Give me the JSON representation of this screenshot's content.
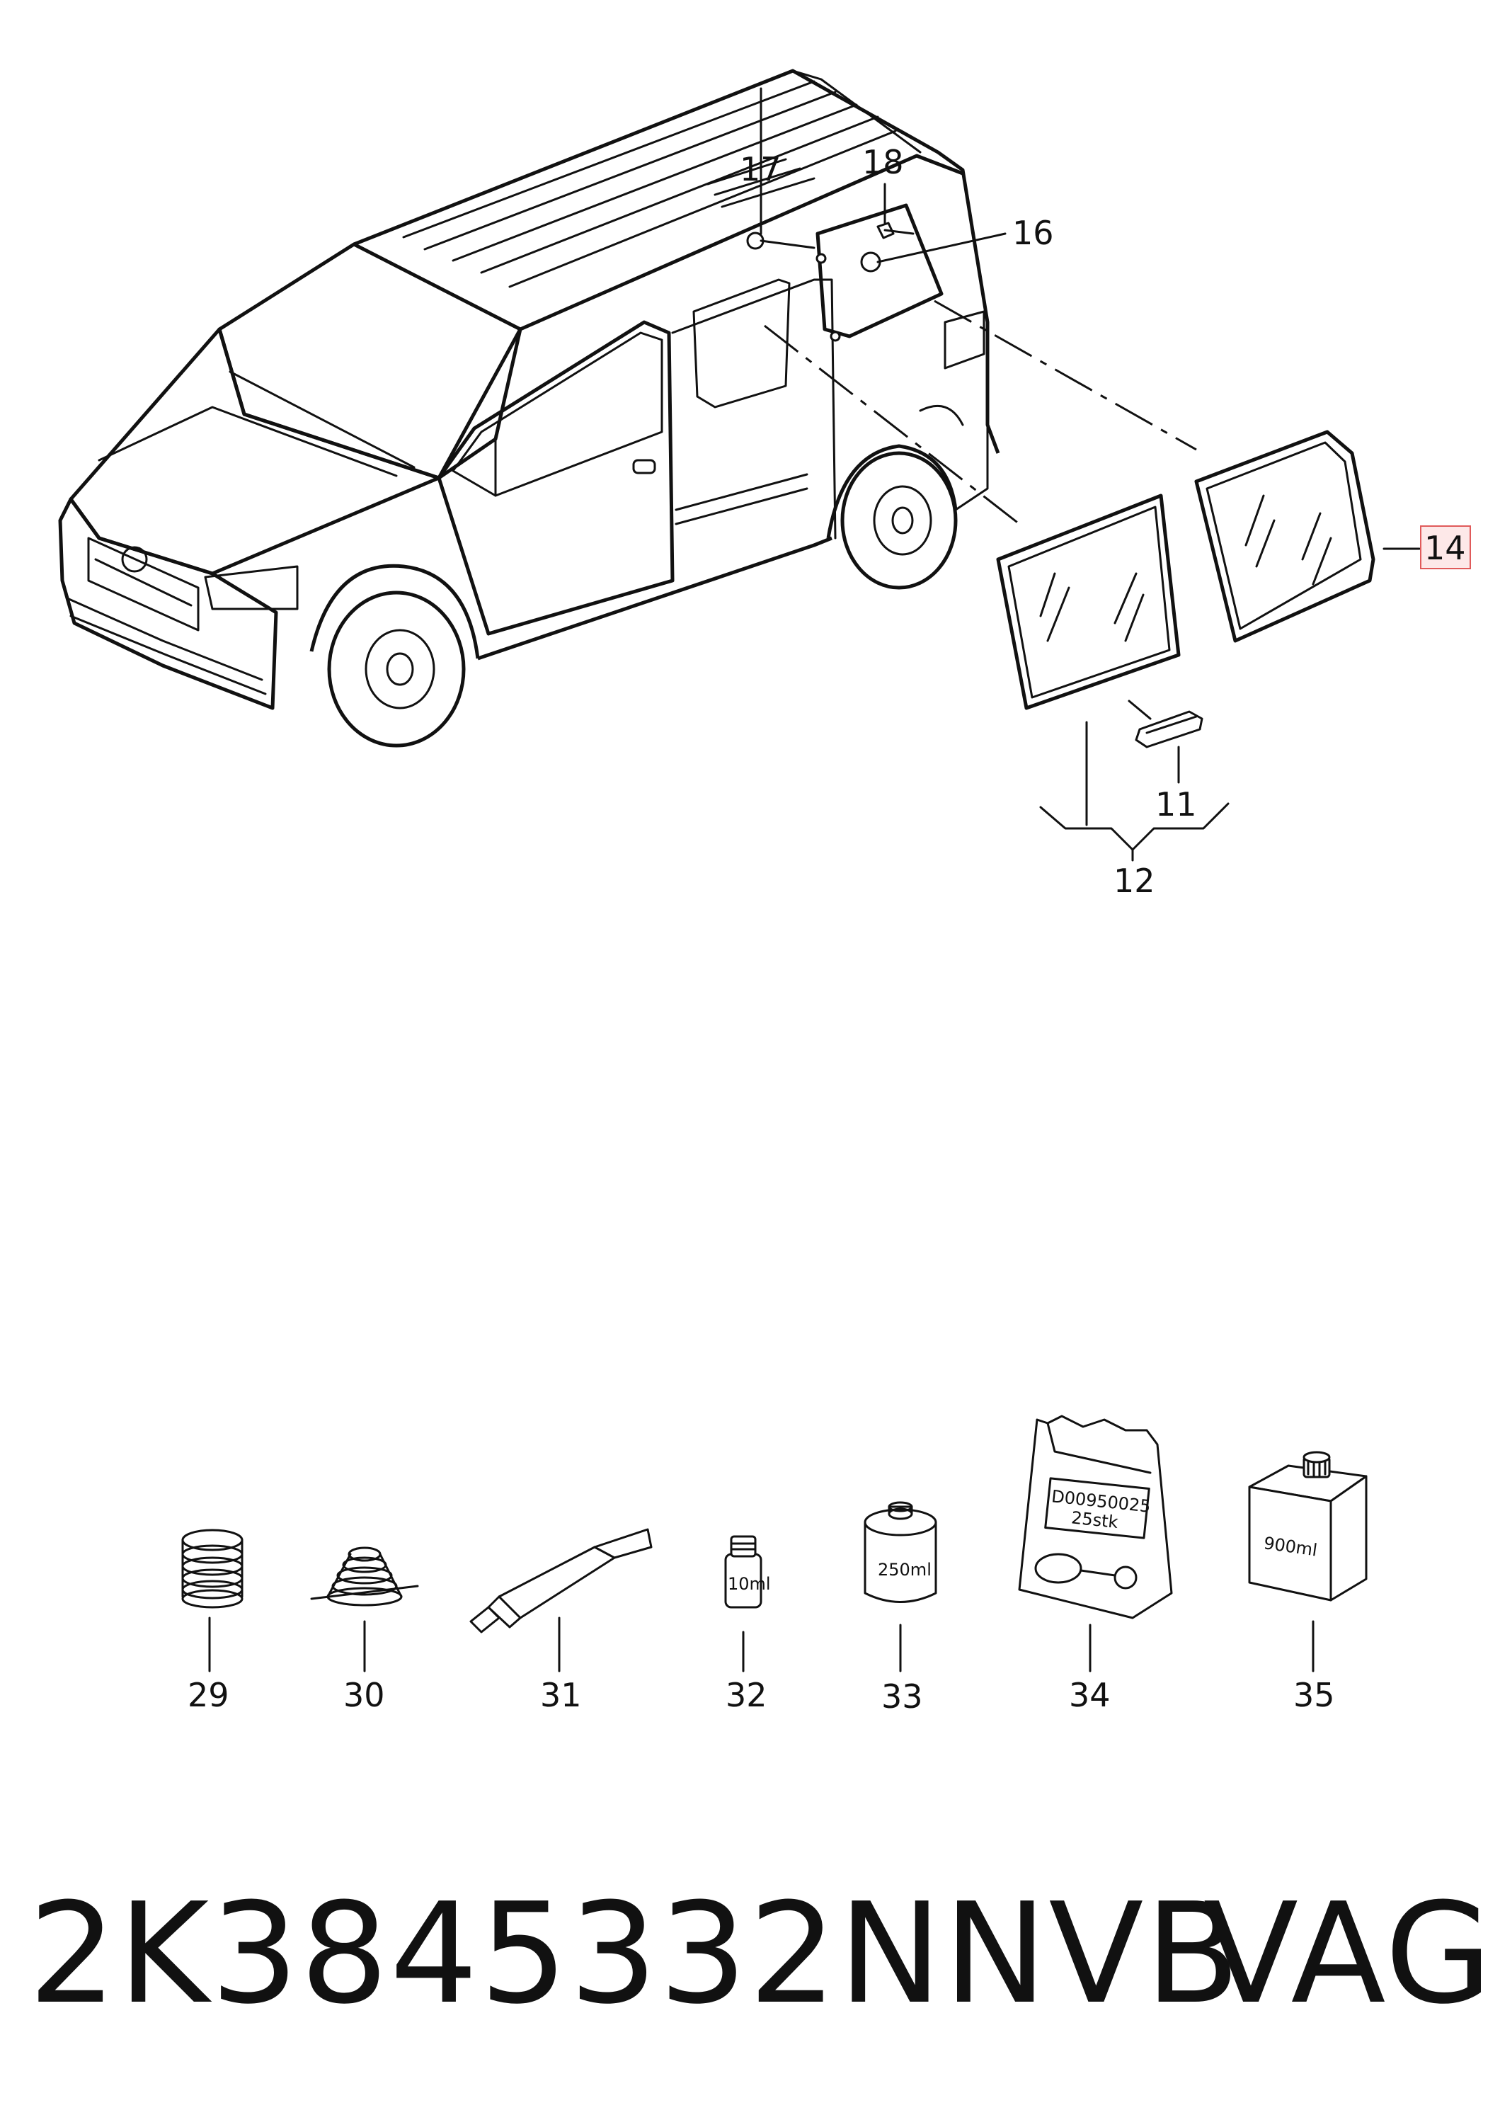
{
  "callouts": {
    "c11": "11",
    "c12": "12",
    "c14": "14",
    "c16": "16",
    "c17": "17",
    "c18": "18",
    "c29": "29",
    "c30": "30",
    "c31": "31",
    "c32": "32",
    "c33": "33",
    "c34": "34",
    "c35": "35"
  },
  "product_labels": {
    "vial": "10ml",
    "can": "250ml",
    "bag_code": "D00950025",
    "bag_qty": "25stk",
    "bottle": "900ml"
  },
  "footer": {
    "part_number": "2K3845332NNVB",
    "brand": "VAG"
  },
  "colors": {
    "line": "#111111",
    "highlight_border": "#e05a5a",
    "highlight_fill": "#fde8e8"
  }
}
